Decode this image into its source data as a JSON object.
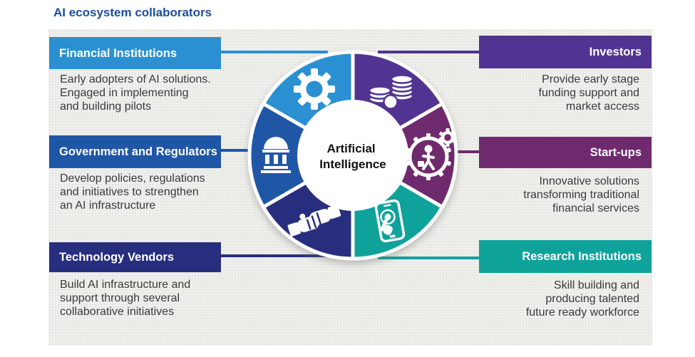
{
  "title": "AI ecosystem collaborators",
  "center": {
    "line1": "Artificial",
    "line2": "Intelligence"
  },
  "colors": {
    "title": "#1B4EA2",
    "panel": "#EFEFEC",
    "body_text": "#3A3A3A",
    "light_blue": "#2B90D1",
    "blue": "#2056A6",
    "navy": "#282E7E",
    "purple": "#513491",
    "plum": "#6F2A6E",
    "teal": "#0FA29B",
    "icon_white": "#FFFFFF"
  },
  "left": [
    {
      "label": "Financial Institutions",
      "lines": [
        "Early adopters of AI solutions.",
        "Engaged in implementing",
        "and building pilots"
      ],
      "color": "#2B90D1",
      "icon": "gear-icon"
    },
    {
      "label": "Government and Regulators",
      "lines": [
        "Develop policies, regulations",
        "and initiatives to strengthen",
        "an AI infrastructure"
      ],
      "color": "#2056A6",
      "icon": "bank-icon"
    },
    {
      "label": "Technology Vendors",
      "lines": [
        "Build AI infrastructure and",
        "support through several",
        "collaborative initiatives"
      ],
      "color": "#282E7E",
      "icon": "handshake-icon"
    }
  ],
  "right": [
    {
      "label": "Investors",
      "lines": [
        "Provide early stage",
        "funding support and",
        "market access"
      ],
      "color": "#513491",
      "icon": "coins-icon"
    },
    {
      "label": "Start-ups",
      "lines": [
        "Innovative solutions",
        "transforming traditional",
        "financial services"
      ],
      "color": "#6F2A6E",
      "icon": "person-gear-icon"
    },
    {
      "label": "Research Institutions",
      "lines": [
        "Skill building and",
        "producing talented",
        "future ready workforce"
      ],
      "color": "#0FA29B",
      "icon": "tablet-touch-icon"
    }
  ]
}
